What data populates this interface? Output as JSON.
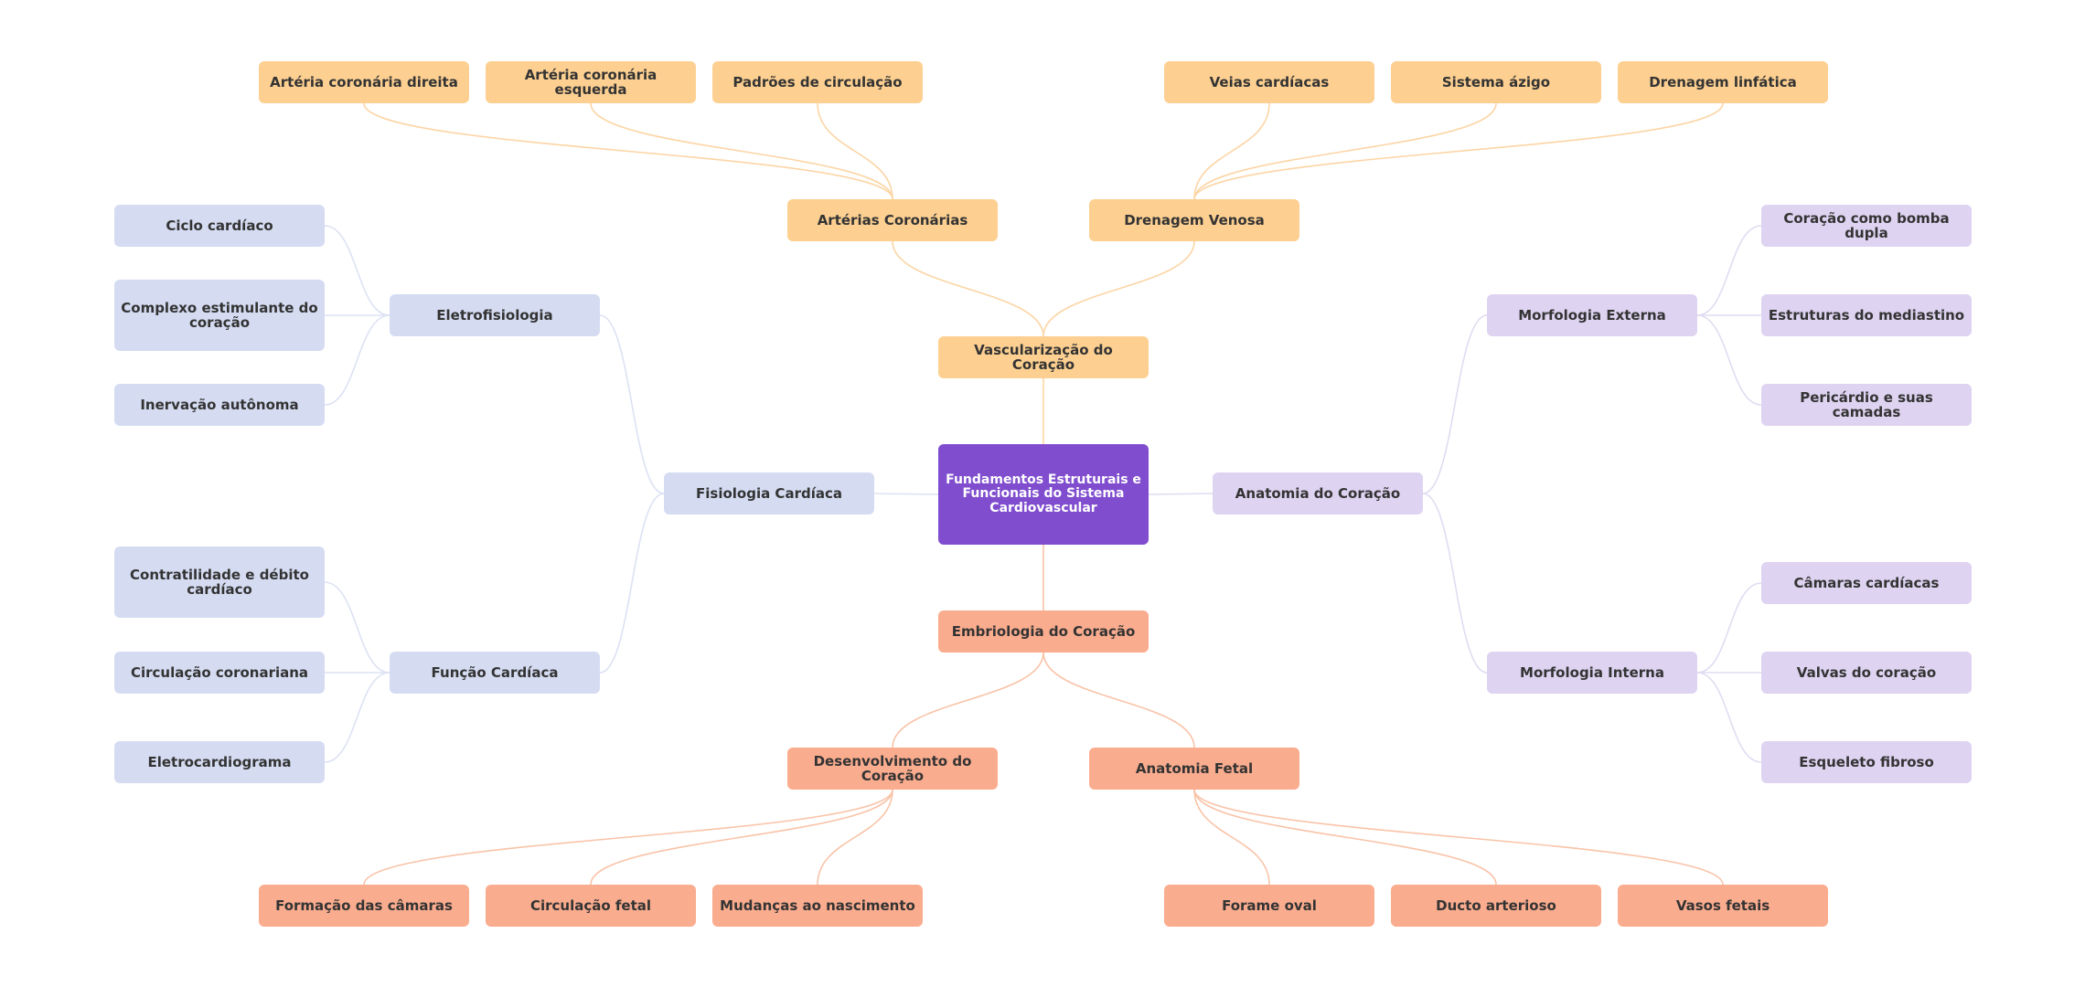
{
  "colors": {
    "root": "#7F4DCE",
    "vasc": "#FDD091",
    "vasc_line": "#FCD5A5",
    "anat": "#DED3F1",
    "anat_line": "#E0DCF2",
    "fisio": "#D5DCF2",
    "fisio_line": "#DDE2F3",
    "embrio": "#FAAC8E",
    "embrio_line": "#F9C3A8",
    "root_text": "#ffffff",
    "text": "#333333"
  },
  "mindmap": {
    "root": "Fundamentos Estruturais e Funcionais do Sistema Cardiovascular",
    "branches": [
      {
        "id": "vasc",
        "label": "Vascularização do Coração",
        "children": [
          {
            "label": "Artérias Coronárias",
            "children": [
              "Artéria coronária direita",
              "Artéria coronária esquerda",
              "Padrões de circulação"
            ]
          },
          {
            "label": "Drenagem Venosa",
            "children": [
              "Veias cardíacas",
              "Sistema ázigo",
              "Drenagem linfática"
            ]
          }
        ]
      },
      {
        "id": "anat",
        "label": "Anatomia do Coração",
        "children": [
          {
            "label": "Morfologia Externa",
            "children": [
              "Coração como bomba dupla",
              "Estruturas do mediastino",
              "Pericárdio e suas camadas"
            ]
          },
          {
            "label": "Morfologia Interna",
            "children": [
              "Câmaras cardíacas",
              "Valvas do coração",
              "Esqueleto fibroso"
            ]
          }
        ]
      },
      {
        "id": "fisio",
        "label": "Fisiologia Cardíaca",
        "children": [
          {
            "label": "Eletrofisiologia",
            "children": [
              "Ciclo cardíaco",
              "Complexo estimulante do coração",
              "Inervação autônoma"
            ]
          },
          {
            "label": "Função Cardíaca",
            "children": [
              "Contratilidade e débito cardíaco",
              "Circulação coronariana",
              "Eletrocardiograma"
            ]
          }
        ]
      },
      {
        "id": "embrio",
        "label": "Embriologia do Coração",
        "children": [
          {
            "label": "Desenvolvimento do Coração",
            "children": [
              "Formação das câmaras",
              "Circulação fetal",
              "Mudanças ao nascimento"
            ]
          },
          {
            "label": "Anatomia Fetal",
            "children": [
              "Forame oval",
              "Ducto arterioso",
              "Vasos fetais"
            ]
          }
        ]
      }
    ]
  }
}
